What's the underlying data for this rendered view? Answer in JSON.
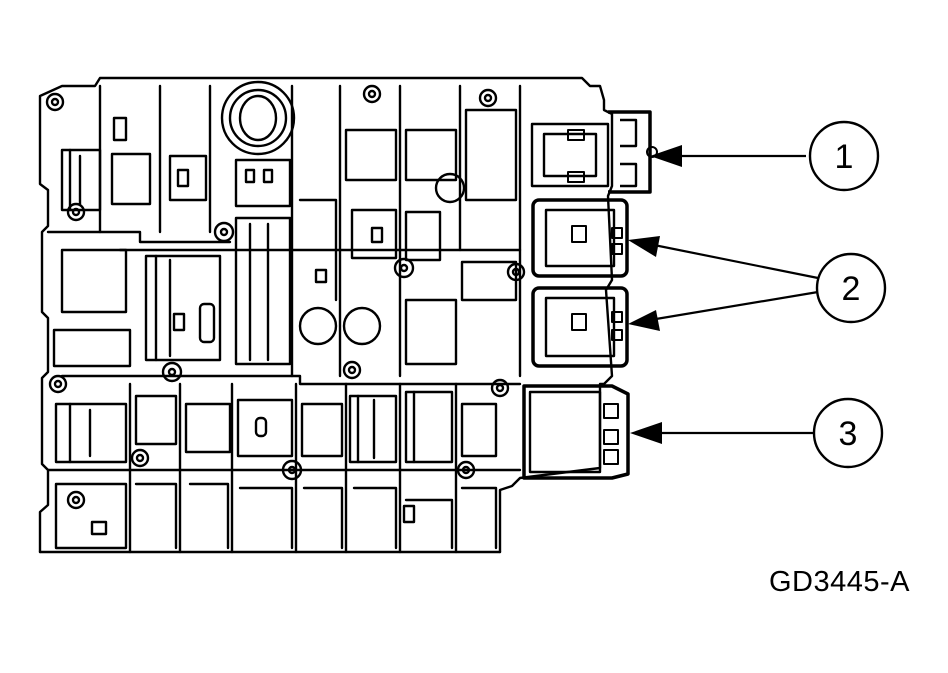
{
  "figure_code": "GD3445-A",
  "callouts": [
    {
      "label": "1"
    },
    {
      "label": "2"
    },
    {
      "label": "3"
    }
  ],
  "colors": {
    "line": "#000000",
    "background": "#ffffff"
  }
}
